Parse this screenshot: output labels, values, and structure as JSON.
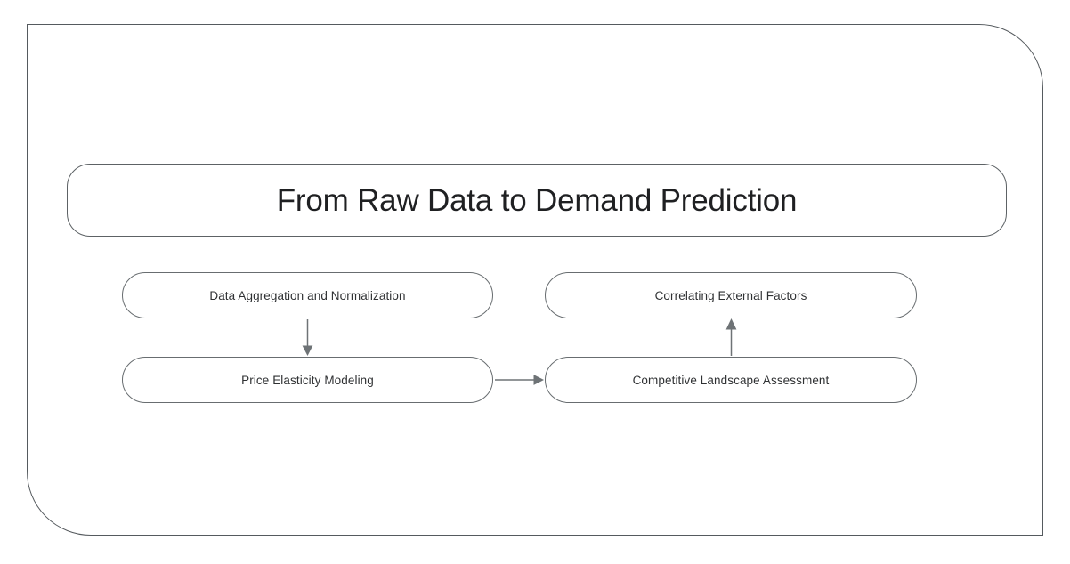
{
  "diagram": {
    "title": "From Raw Data to Demand Prediction",
    "frame": {
      "name": "slide-frame",
      "border_color": "#555a5e"
    },
    "nodes": [
      {
        "id": "node-0",
        "label": "Data Aggregation and Normalization"
      },
      {
        "id": "node-1",
        "label": "Price Elasticity Modeling"
      },
      {
        "id": "node-2",
        "label": "Correlating External Factors"
      },
      {
        "id": "node-3",
        "label": "Competitive Landscape Assessment"
      }
    ],
    "edges": [
      {
        "id": "edge-0",
        "from": "node-0",
        "to": "node-1",
        "direction": "down"
      },
      {
        "id": "edge-1",
        "from": "node-1",
        "to": "node-3",
        "direction": "right"
      },
      {
        "id": "edge-2",
        "from": "node-3",
        "to": "node-2",
        "direction": "up"
      }
    ],
    "colors": {
      "background": "#ffffff",
      "node_border": "#686d70",
      "title_border": "#5d6265",
      "title_text": "#1f2022",
      "node_text": "#2f3133",
      "connector": "#6e7376"
    }
  }
}
